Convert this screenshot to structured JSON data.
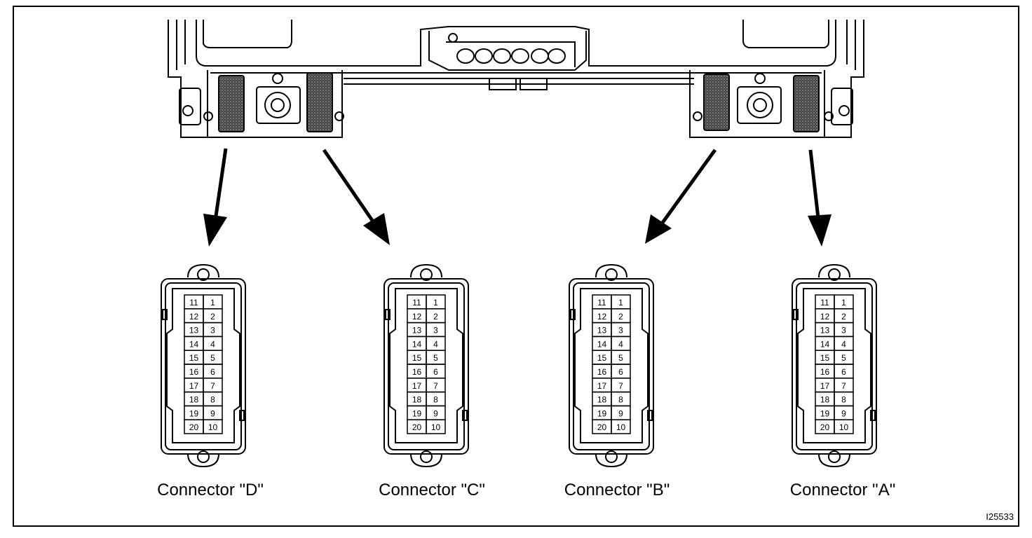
{
  "connectors": [
    {
      "id": "D",
      "label": "Connector \"D\""
    },
    {
      "id": "C",
      "label": "Connector \"C\""
    },
    {
      "id": "B",
      "label": "Connector \"B\""
    },
    {
      "id": "A",
      "label": "Connector \"A\""
    }
  ],
  "pins_left": [
    "11",
    "12",
    "13",
    "14",
    "15",
    "16",
    "17",
    "18",
    "19",
    "20"
  ],
  "pins_right": [
    "1",
    "2",
    "3",
    "4",
    "5",
    "6",
    "7",
    "8",
    "9",
    "10"
  ],
  "figure_id": "I25533",
  "colors": {
    "ink": "#000000",
    "paper": "#ffffff",
    "foam": "#555555"
  }
}
